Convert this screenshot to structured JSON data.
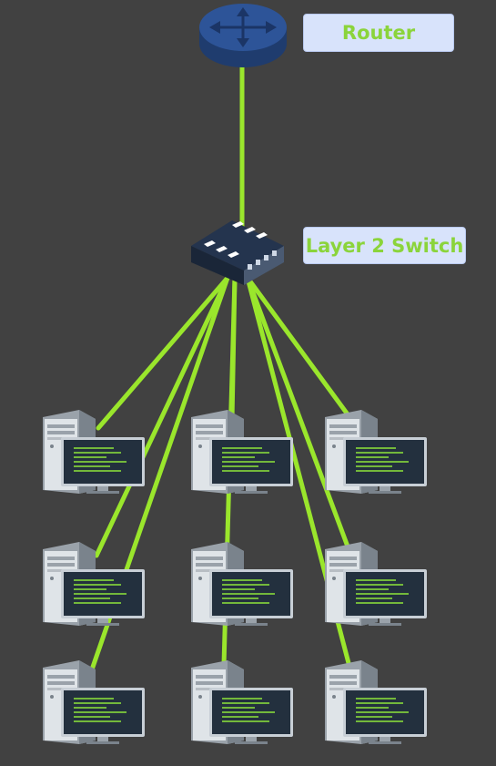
{
  "labels": {
    "router": "Router",
    "switch": "Layer 2 Switch"
  },
  "colors": {
    "background": "#414141",
    "link": "#9ae62c",
    "label_bg": "#d8e3fb",
    "label_text": "#8bd43b",
    "router": "#2a4f8f",
    "switch": "#1f2d44",
    "screen_code": "#8ee53a"
  },
  "icons": {
    "router": "router-icon",
    "switch": "layer2-switch-icon",
    "computer": "desktop-computer-icon"
  },
  "computers": [
    {
      "id": "pc-1"
    },
    {
      "id": "pc-2"
    },
    {
      "id": "pc-3"
    },
    {
      "id": "pc-4"
    },
    {
      "id": "pc-5"
    },
    {
      "id": "pc-6"
    },
    {
      "id": "pc-7"
    },
    {
      "id": "pc-8"
    },
    {
      "id": "pc-9"
    }
  ]
}
